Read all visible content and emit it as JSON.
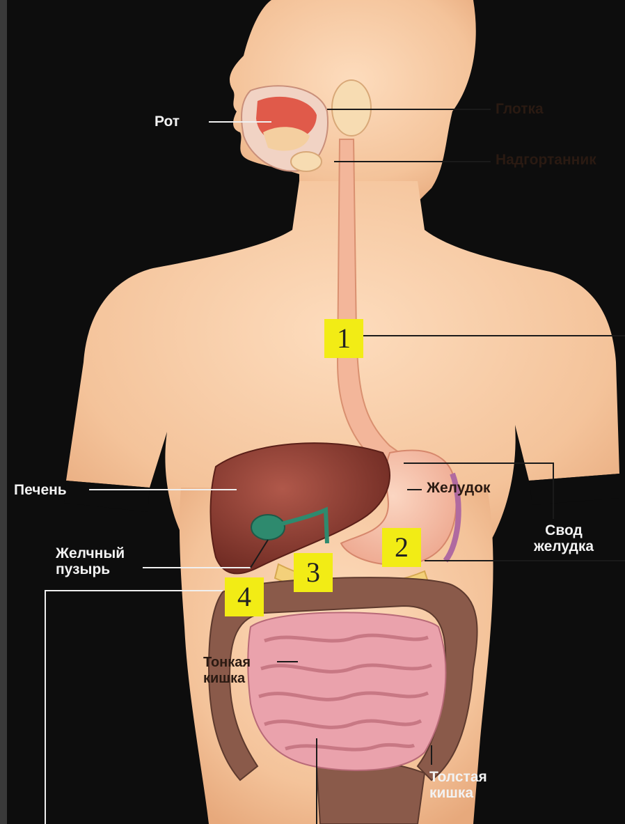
{
  "labels": {
    "mouth": "Рот",
    "pharynx": "Глотка",
    "epiglottis": "Надгортанник",
    "liver": "Печень",
    "stomach": "Желудок",
    "fundus": "Свод\nжелудка",
    "gallbladder": "Желчный\nпузырь",
    "small_intestine": "Тонкая\nкишка",
    "large_intestine": "Толстая\nкишка"
  },
  "markers": [
    "1",
    "2",
    "3",
    "4"
  ],
  "colors": {
    "background": "#0d0d0d",
    "skin": "#f6c8a0",
    "liver": "#8a3a2c",
    "gallbladder": "#2e8a6e",
    "large_intestine": "#8a5a4a",
    "small_intestine": "#e8a0a8",
    "marker": "#f2ec15"
  }
}
